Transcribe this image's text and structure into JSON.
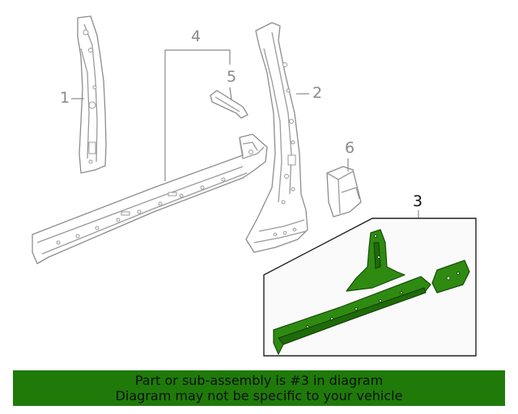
{
  "callouts": {
    "c1": "1",
    "c2": "2",
    "c3": "3",
    "c4": "4",
    "c5": "5",
    "c6": "6"
  },
  "banner": {
    "line1": "Part or sub-assembly is #3 in diagram",
    "line2": "Diagram may not be specific to your vehicle",
    "color": "#1f7a0a"
  },
  "highlight_color": "#2f8a12"
}
